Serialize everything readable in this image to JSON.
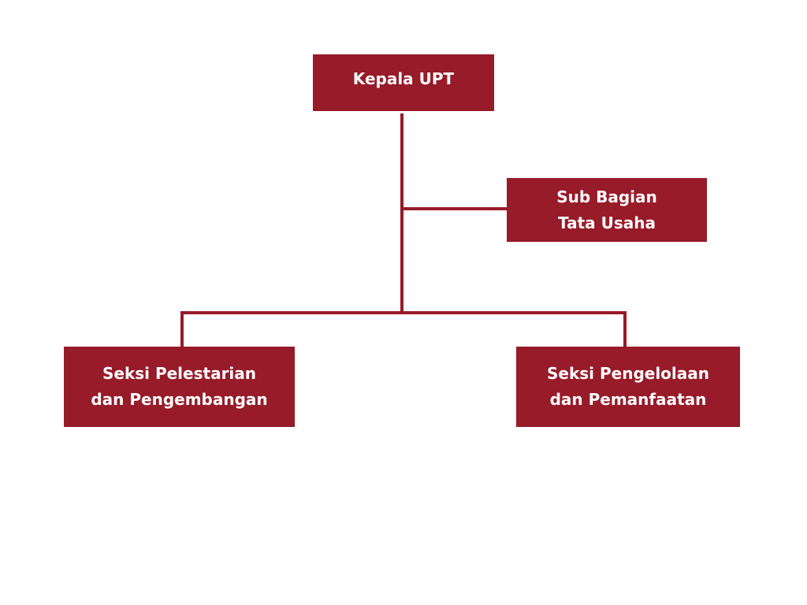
{
  "colors": {
    "accent": "#971b29"
  },
  "nodes": {
    "head": {
      "lines": [
        "Kepala UPT"
      ]
    },
    "admin": {
      "lines": [
        "Sub Bagian",
        "Tata Usaha"
      ]
    },
    "left": {
      "lines": [
        "Seksi Pelestarian",
        "dan Pengembangan"
      ]
    },
    "right": {
      "lines": [
        "Seksi Pengelolaan",
        "dan Pemanfaatan"
      ]
    }
  }
}
